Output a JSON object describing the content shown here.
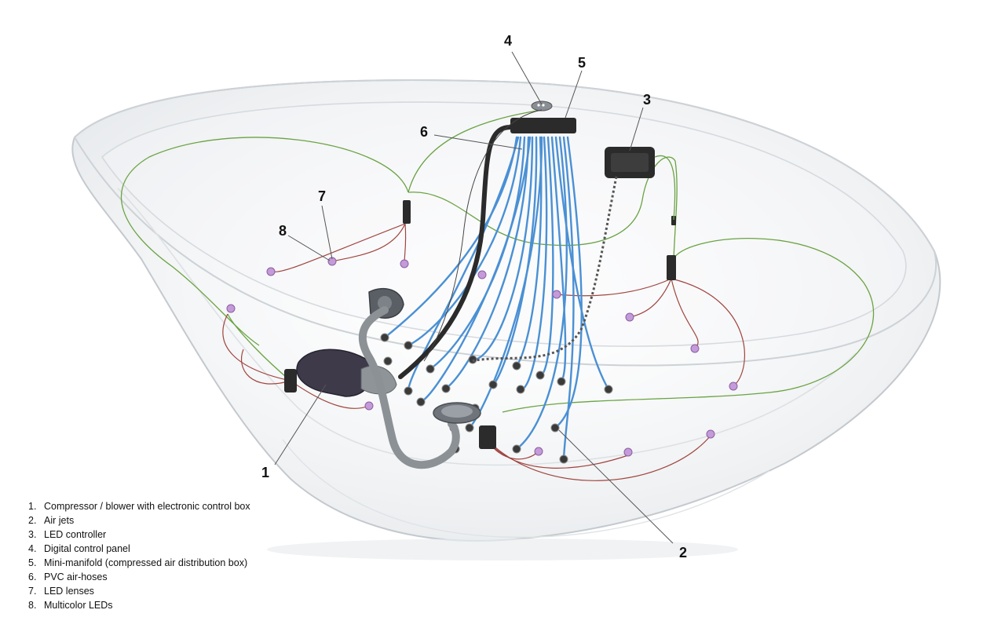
{
  "callouts": [
    {
      "id": "1",
      "label": "1"
    },
    {
      "id": "2",
      "label": "2"
    },
    {
      "id": "3",
      "label": "3"
    },
    {
      "id": "4",
      "label": "4"
    },
    {
      "id": "5",
      "label": "5"
    },
    {
      "id": "6",
      "label": "6"
    },
    {
      "id": "7",
      "label": "7"
    },
    {
      "id": "8",
      "label": "8"
    }
  ],
  "legend": [
    {
      "num": "1.",
      "text": "Compressor / blower with electronic control box"
    },
    {
      "num": "2.",
      "text": "Air jets"
    },
    {
      "num": "3.",
      "text": "LED controller"
    },
    {
      "num": "4.",
      "text": "Digital control panel"
    },
    {
      "num": "5.",
      "text": "Mini-manifold (compressed air distribution box)"
    },
    {
      "num": "6.",
      "text": "PVC air-hoses"
    },
    {
      "num": "7.",
      "text": "LED lenses"
    },
    {
      "num": "8.",
      "text": "Multicolor LEDs"
    }
  ],
  "colors": {
    "hose": "#4a90d4",
    "led_wire_green": "#6aa343",
    "led_wire_red": "#a0453f",
    "led_lens": "#c49ad8",
    "tub_outline": "#c9ced3",
    "component_dark": "#333333"
  }
}
